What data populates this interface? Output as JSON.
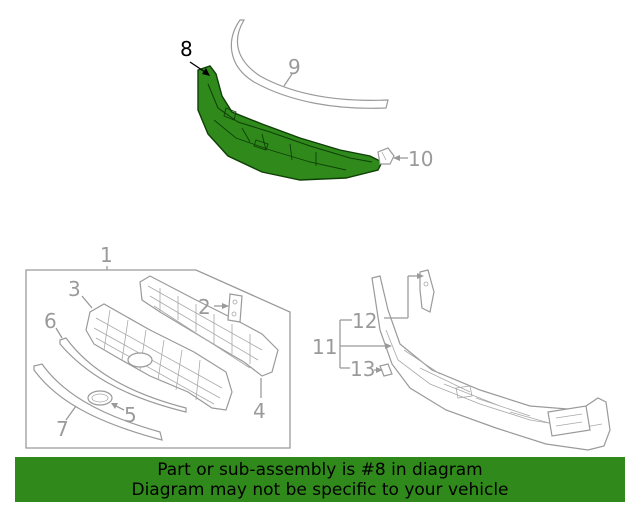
{
  "colors": {
    "highlight": "#2f8a1b",
    "line": "#9a9a9a",
    "banner_bg": "#2f8a1b"
  },
  "callouts": {
    "c1": "1",
    "c2": "2",
    "c3": "3",
    "c4": "4",
    "c5": "5",
    "c6": "6",
    "c7": "7",
    "c8": "8",
    "c9": "9",
    "c10": "10",
    "c11": "11",
    "c12": "12",
    "c13": "13"
  },
  "highlighted_part": "8",
  "banner": {
    "line1": "Part or sub-assembly is #8 in diagram",
    "line2": "Diagram may not be specific to your vehicle"
  }
}
